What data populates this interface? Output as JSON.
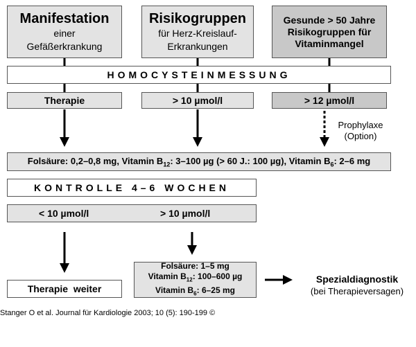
{
  "columns": {
    "left": {
      "title": "Manifestation",
      "subtitle_line1": "einer",
      "subtitle_line2": "Gefäßerkrankung"
    },
    "middle": {
      "title": "Risikogruppen",
      "subtitle_line1": "für Herz-Kreislauf-",
      "subtitle_line2": "Erkrankungen"
    },
    "right": {
      "line1": "Gesunde > 50 Jahre",
      "line2": "Risikogruppen für",
      "line3": "Vitaminmangel"
    }
  },
  "measurement": "HOMOCYSTEINMESSUNG",
  "thresholds": {
    "therapy": "Therapie",
    "middle": "> 10 µmol/l",
    "right": "> 12 µmol/l"
  },
  "prophylaxis": {
    "line1": "Prophylaxe",
    "line2": "(Option)"
  },
  "dosage": {
    "folsaeure": "Folsäure: 0,2–0,8 mg, Vitamin B",
    "b12_sub": "12",
    "b12_text": ": 3–100 µg (> 60 J.: 100 µg), Vitamin B",
    "b6_sub": "6",
    "b6_text": ": 2–6 mg"
  },
  "control": "KONTROLLE 4–6 WOCHEN",
  "control_results": {
    "low": "< 10 µmol/l",
    "high": "> 10 µmol/l"
  },
  "continue_therapy": "Therapie  weiter",
  "high_dose": {
    "line1": "Folsäure: 1–5 mg",
    "line2_prefix": "Vitamin B",
    "line2_sub": "12",
    "line2_suffix": ": 100–600 µg",
    "line3_prefix": "Vitamin B",
    "line3_sub": "6",
    "line3_suffix": ": 6–25 mg"
  },
  "special": {
    "title": "Spezialdiagnostik",
    "subtitle": "(bei Therapieversagen)"
  },
  "citation": "Stanger O et al. Journal für Kardiologie 2003; 10 (5): 190-199 ©"
}
